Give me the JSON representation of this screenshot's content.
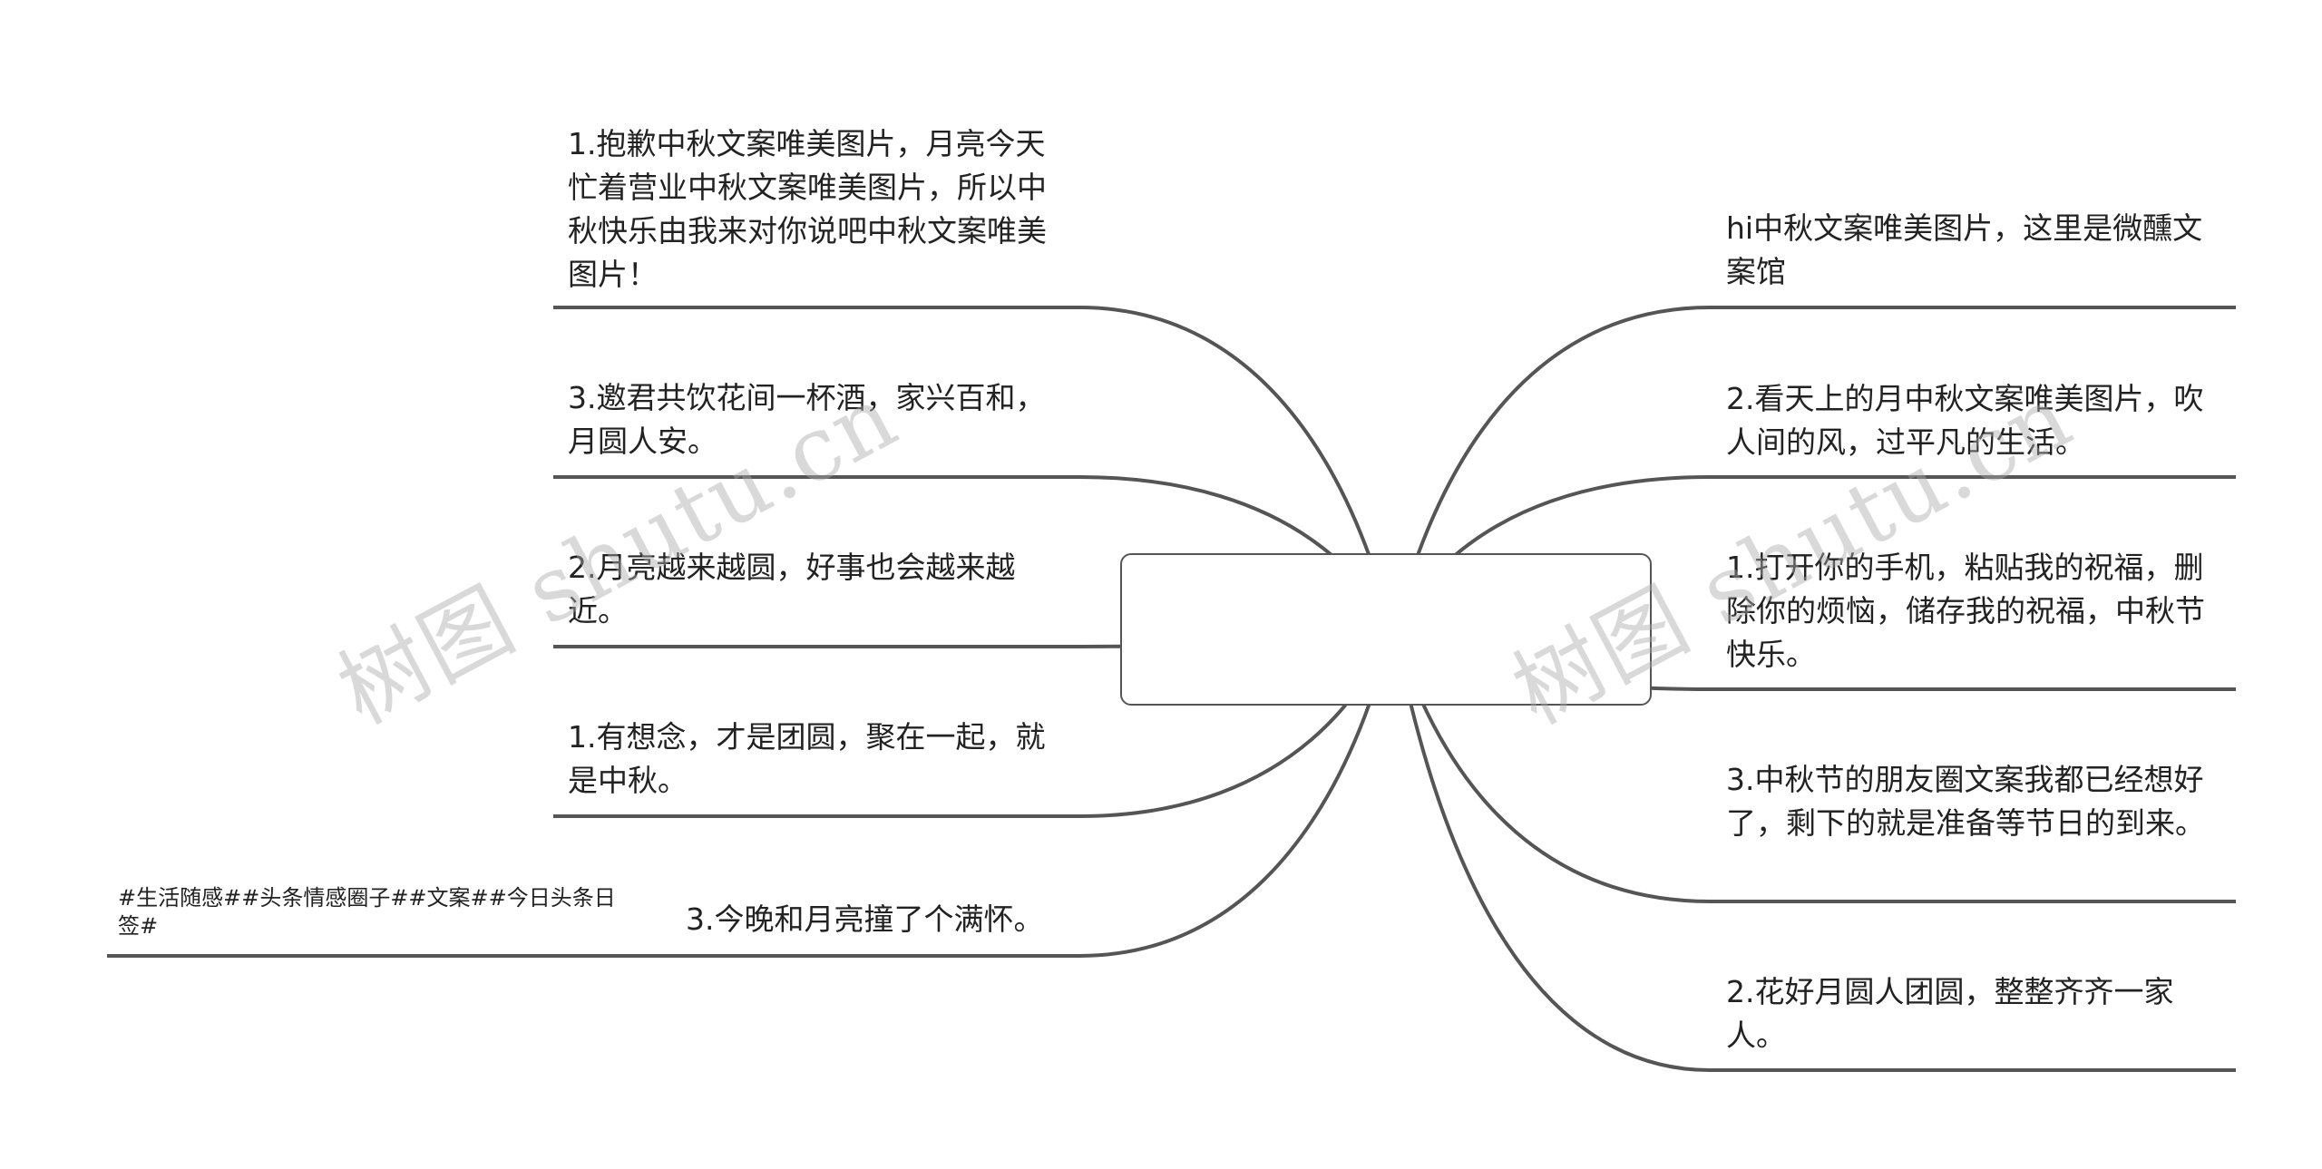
{
  "center": {
    "title": ""
  },
  "left_nodes": [
    {
      "id": "l1",
      "text": "1.抱歉中秋文案唯美图片，月亮今天忙着营业中秋文案唯美图片，所以中秋快乐由我来对你说吧中秋文案唯美图片！"
    },
    {
      "id": "l2",
      "text": "3.邀君共饮花间一杯酒，家兴百和，月圆人安。"
    },
    {
      "id": "l3",
      "text": "2.月亮越来越圆，好事也会越来越近。"
    },
    {
      "id": "l4",
      "text": "1.有想念，才是团圆，聚在一起，就是中秋。"
    },
    {
      "id": "l5",
      "text": "3.今晚和月亮撞了个满怀。"
    }
  ],
  "left_tag": {
    "text": "#生活随感#⁠#头条情感圈子#⁠#文案#⁠#今日头条日签#⁠"
  },
  "right_nodes": [
    {
      "id": "r1",
      "text": "hi中秋文案唯美图片，这里是微醺文案馆"
    },
    {
      "id": "r2",
      "text": "2.看天上的月中秋文案唯美图片，吹人间的风，过平凡的生活。"
    },
    {
      "id": "r3",
      "text": "1.打开你的手机，粘贴我的祝福，删除你的烦恼，储存我的祝福，中秋节快乐。"
    },
    {
      "id": "r4",
      "text": "3.中秋节的朋友圈文案我都已经想好了，剩下的就是准备等节日的到来。"
    },
    {
      "id": "r5",
      "text": "2.花好月圆人团圆，整整齐齐一家人。"
    }
  ],
  "watermarks": [
    {
      "text": "树图 shutu.cn"
    },
    {
      "text": "树图 shutu.cn"
    }
  ],
  "colors": {
    "line": "#555555",
    "text": "#222222",
    "watermark": "#aaaaaa"
  }
}
